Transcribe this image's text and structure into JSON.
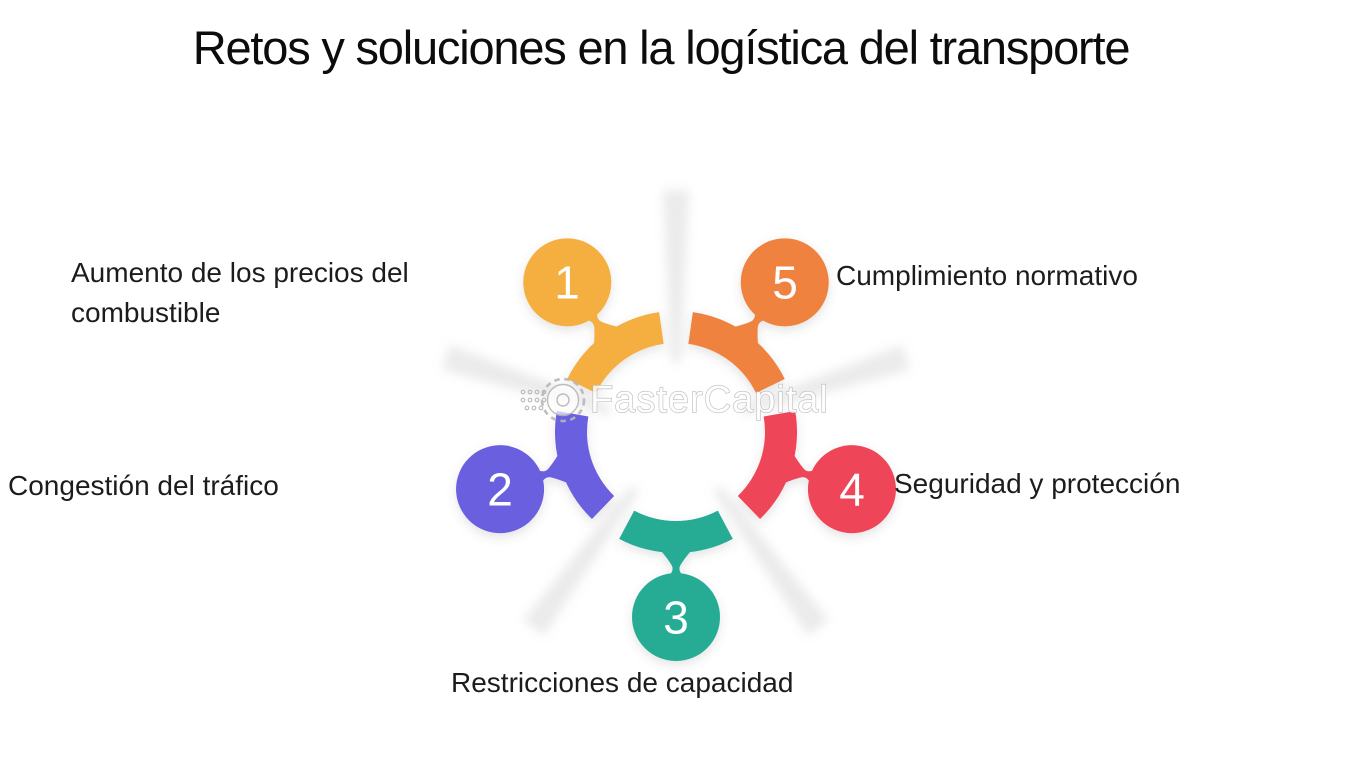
{
  "title": "Retos y soluciones en la logística del transporte",
  "watermark": {
    "text": "FasterCapital",
    "logo": "gear-icon",
    "outline_color": "#b5b5b5"
  },
  "diagram": {
    "type": "cycle-infographic",
    "steps_count": 5,
    "items": [
      {
        "number": "1",
        "label": "Aumento de los precios del\ncombustible",
        "color": "#F5AE3F"
      },
      {
        "number": "2",
        "label": "Congestión del tráfico",
        "color": "#6B61DF"
      },
      {
        "number": "3",
        "label": "Restricciones de capacidad",
        "color": "#26AB94"
      },
      {
        "number": "4",
        "label": "Seguridad y protección",
        "color": "#EF4458"
      },
      {
        "number": "5",
        "label": "Cumplimiento normativo",
        "color": "#F08240"
      }
    ]
  }
}
